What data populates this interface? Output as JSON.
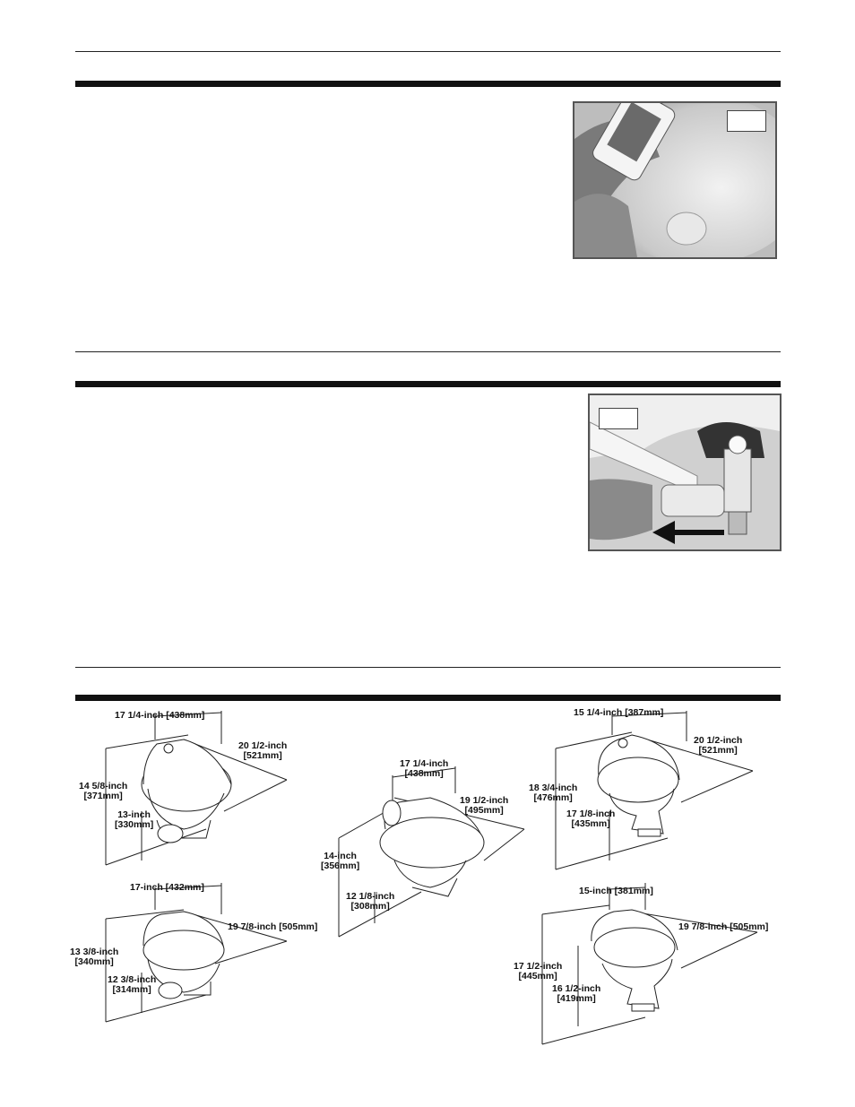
{
  "dimensions": {
    "toilet_a": {
      "width": "17 1/4-inch [438mm]",
      "depth": [
        "20 1/2-inch",
        "[521mm]"
      ],
      "height": [
        "14 5/8-inch",
        "[371mm]"
      ],
      "seat_height": [
        "13-inch",
        "[330mm]"
      ]
    },
    "toilet_b": {
      "width": "17-inch [432mm]",
      "depth": "19 7/8-inch [505mm]",
      "height": [
        "13 3/8-inch",
        "[340mm]"
      ],
      "seat_height": [
        "12 3/8-inch",
        "[314mm]"
      ]
    },
    "toilet_c": {
      "width": [
        "17 1/4-inch",
        "[438mm]"
      ],
      "depth": [
        "19 1/2-inch",
        "[495mm]"
      ],
      "height": [
        "14-inch",
        "[356mm]"
      ],
      "seat_height": [
        "12 1/8-inch",
        "[308mm]"
      ]
    },
    "toilet_d": {
      "width": "15 1/4-inch [387mm]",
      "depth": [
        "20 1/2-inch",
        "[521mm]"
      ],
      "height": [
        "18 3/4-inch",
        "[476mm]"
      ],
      "seat_height": [
        "17 1/8-inch",
        "[435mm]"
      ]
    },
    "toilet_e": {
      "width": "15-inch [381mm]",
      "depth": "19 7/8-inch [505mm]",
      "height": [
        "17 1/2-inch",
        "[445mm]"
      ],
      "seat_height": [
        "16 1/2-inch",
        "[419mm]"
      ]
    }
  },
  "icons": {
    "photo1": "cleaner-bottle-photo",
    "photo2": "valve-disconnect-photo",
    "arrow": "left-arrow-icon"
  }
}
